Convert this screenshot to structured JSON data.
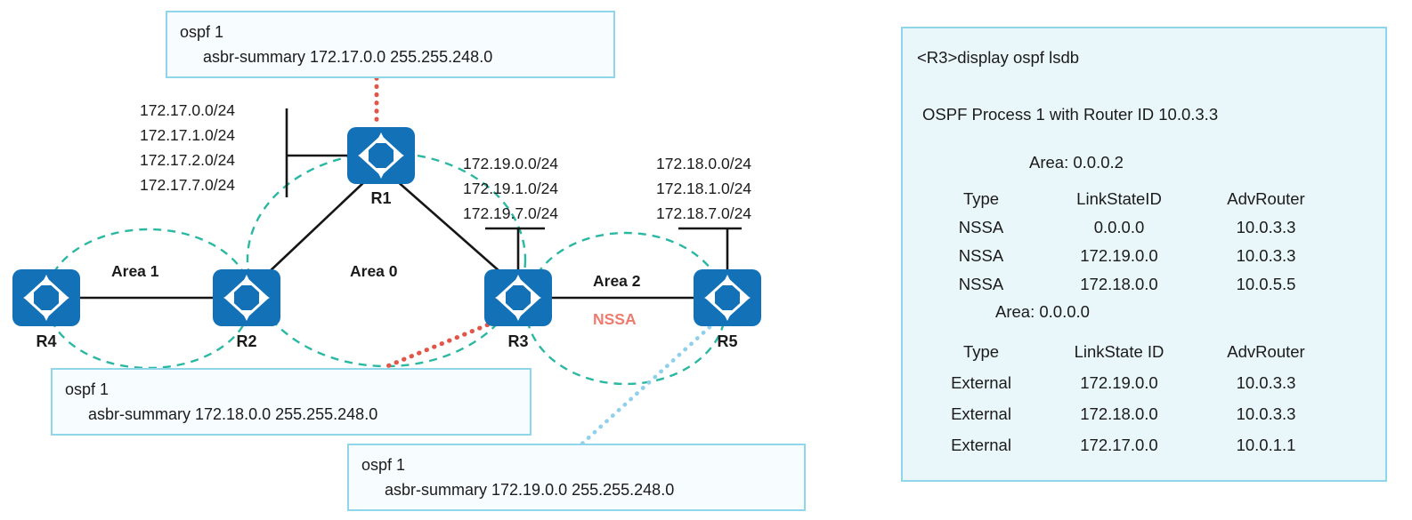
{
  "colors": {
    "router_blue": "#1271b7",
    "callout_border": "#8fd6ea",
    "callout_bg": "#f7fcfe",
    "console_bg": "#e9f6fa",
    "area_dash": "#2bb8a3",
    "red_dotted": "#e25549",
    "blue_dotted": "#8fd0ea",
    "nssa_text": "#ef7b6e"
  },
  "diagram": {
    "callouts": [
      {
        "lines": [
          "ospf 1",
          "asbr-summary 172.17.0.0 255.255.248.0"
        ]
      },
      {
        "lines": [
          "ospf 1",
          "asbr-summary 172.18.0.0 255.255.248.0"
        ]
      },
      {
        "lines": [
          "ospf 1",
          "asbr-summary 172.19.0.0 255.255.248.0"
        ]
      }
    ],
    "prefixes": {
      "r1": [
        "172.17.0.0/24",
        "172.17.1.0/24",
        "172.17.2.0/24",
        "172.17.7.0/24"
      ],
      "r3": [
        "172.19.0.0/24",
        "172.19.1.0/24",
        "172.19.7.0/24"
      ],
      "r5": [
        "172.18.0.0/24",
        "172.18.1.0/24",
        "172.18.7.0/24"
      ]
    },
    "router_labels": {
      "r1": "R1",
      "r2": "R2",
      "r3": "R3",
      "r4": "R4",
      "r5": "R5"
    },
    "area_labels": {
      "area1": "Area 1",
      "area0": "Area 0",
      "area2": "Area 2",
      "nssa": "NSSA"
    }
  },
  "console": {
    "command": "<R3>display ospf lsdb",
    "process": "OSPF Process 1 with Router ID 10.0.3.3",
    "sections": [
      {
        "area": "Area: 0.0.0.2",
        "headers": [
          "Type",
          "LinkStateID",
          "AdvRouter"
        ],
        "rows": [
          [
            "NSSA",
            "0.0.0.0",
            "10.0.3.3"
          ],
          [
            "NSSA",
            "172.19.0.0",
            "10.0.3.3"
          ],
          [
            "NSSA",
            "172.18.0.0",
            "10.0.5.5"
          ]
        ]
      },
      {
        "area": "Area: 0.0.0.0",
        "headers": [
          "Type",
          "LinkState ID",
          "AdvRouter"
        ],
        "rows": [
          [
            "External",
            "172.19.0.0",
            "10.0.3.3"
          ],
          [
            "External",
            "172.18.0.0",
            "10.0.3.3"
          ],
          [
            "External",
            "172.17.0.0",
            "10.0.1.1"
          ]
        ]
      }
    ]
  }
}
